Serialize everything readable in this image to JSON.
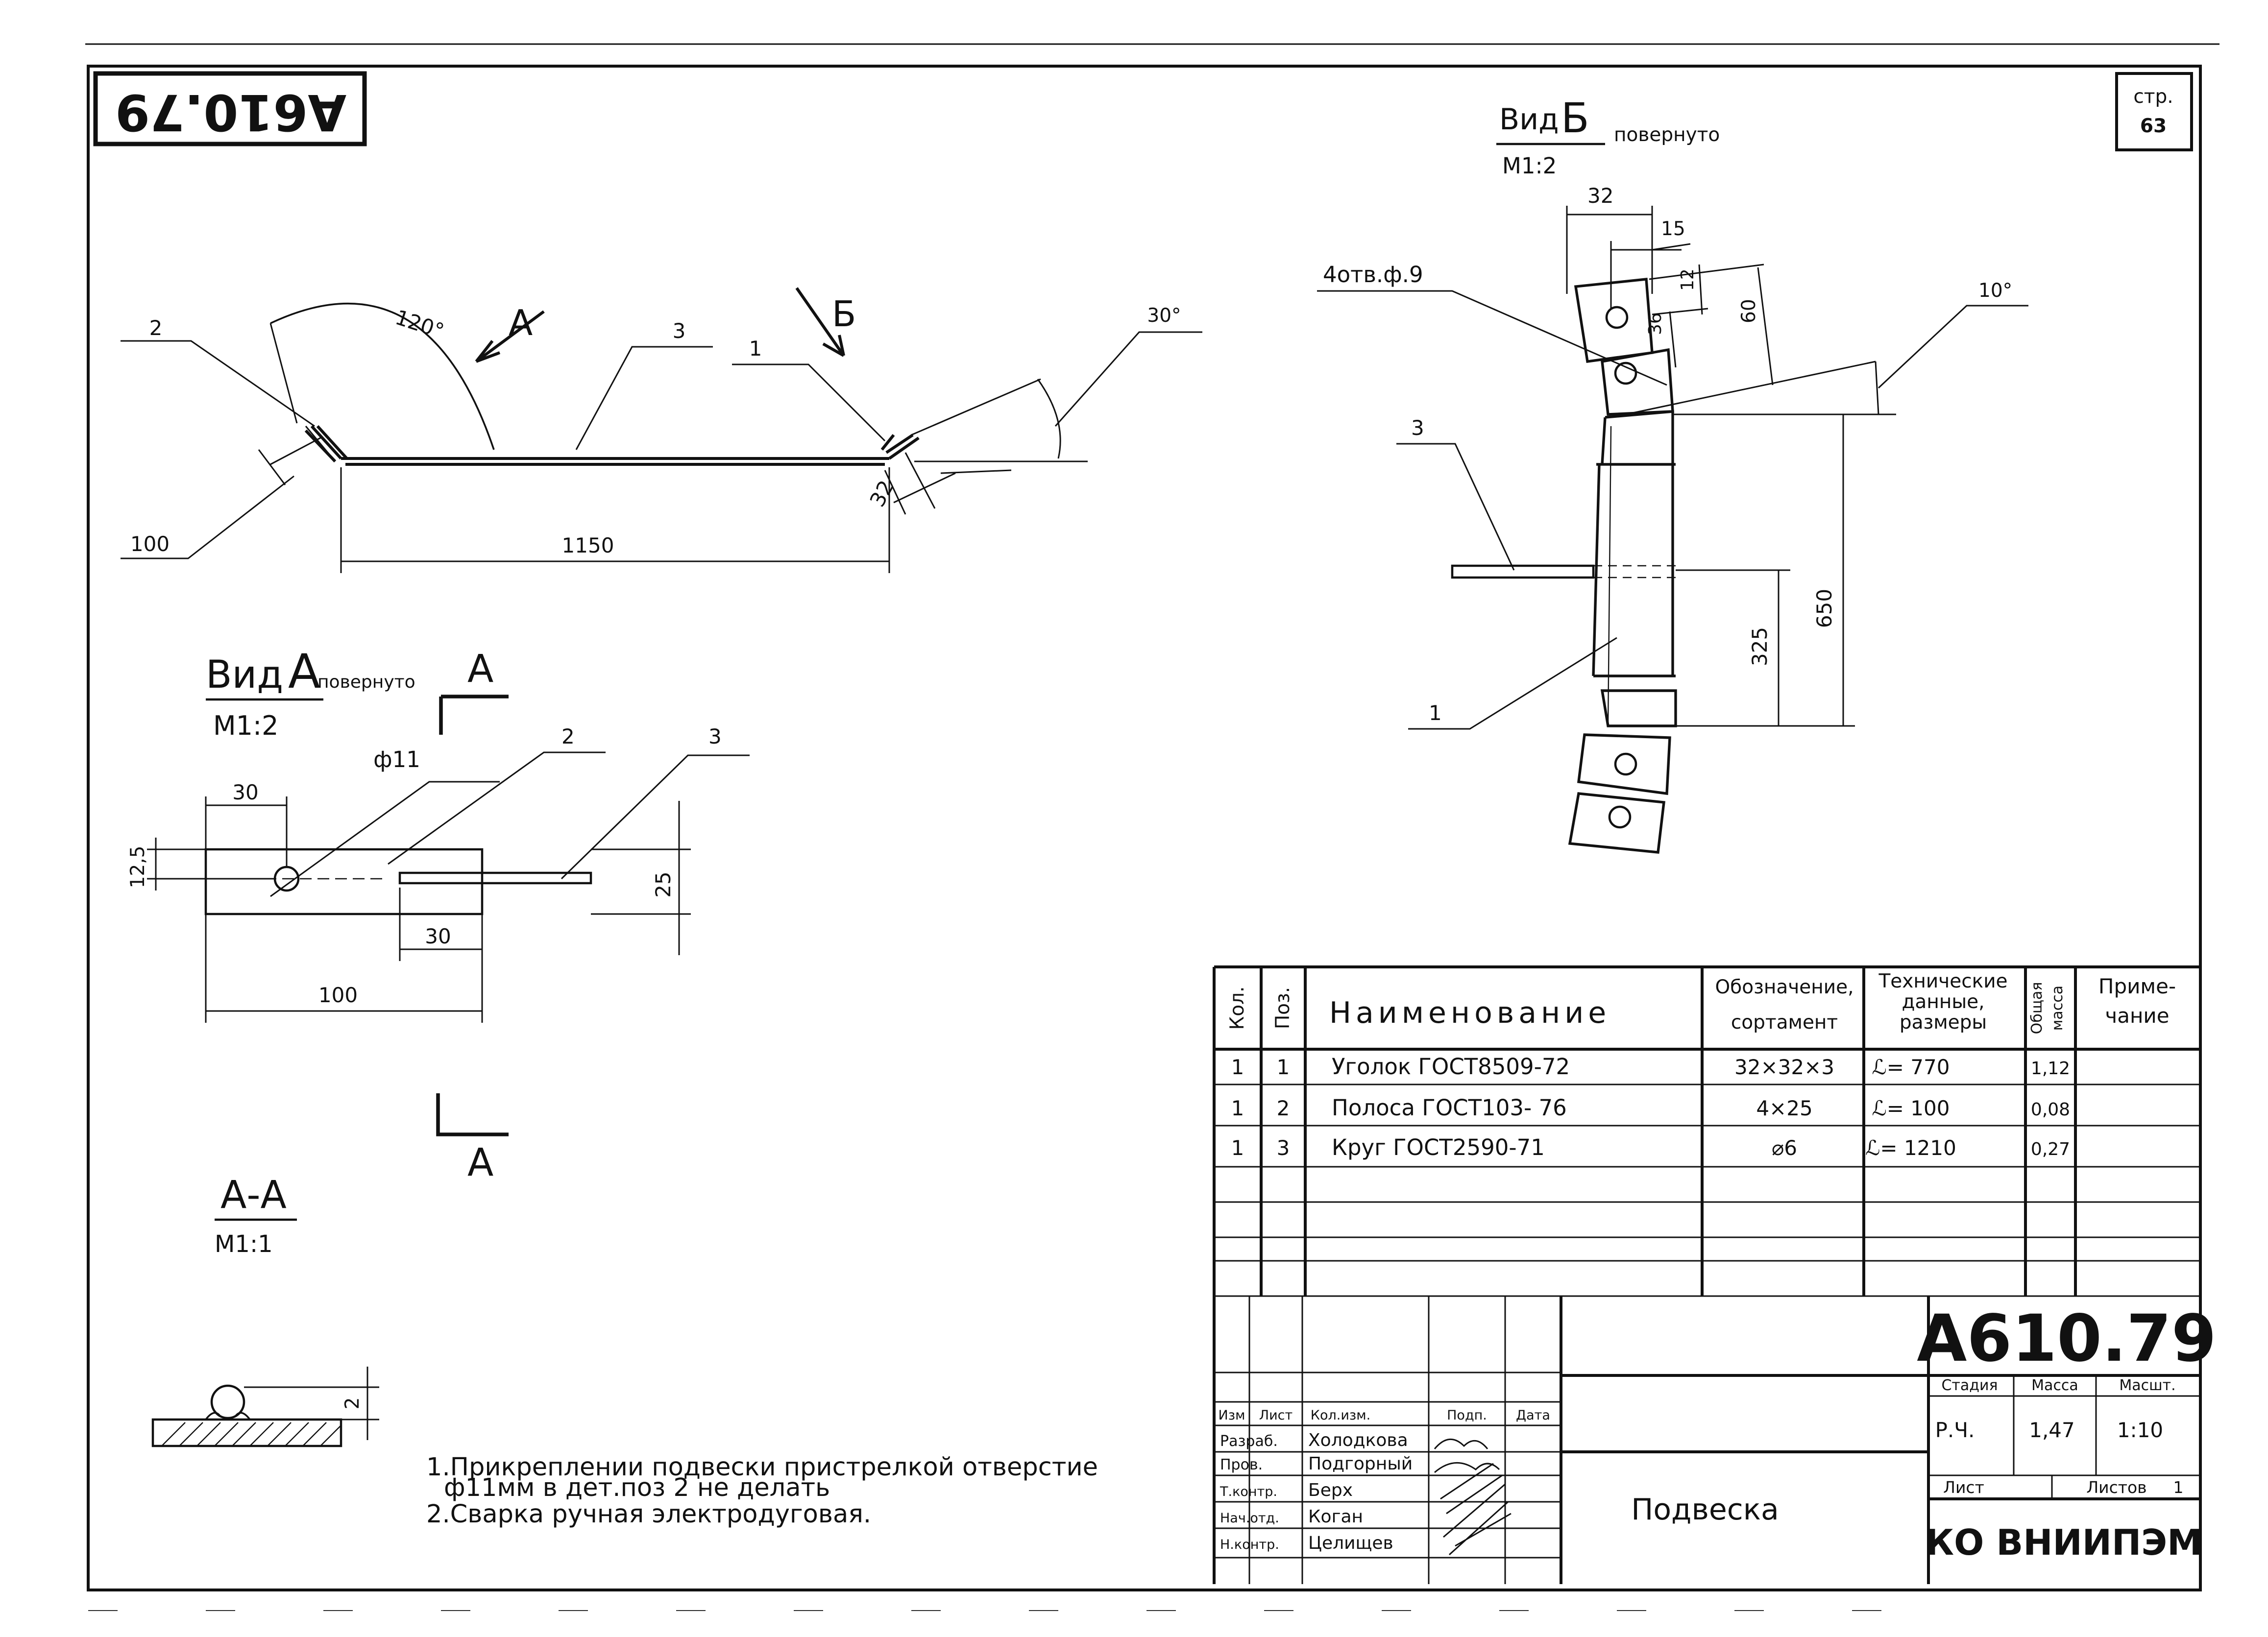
{
  "stamp_code_rotated": "А610.79",
  "page": {
    "label": "стр.",
    "number": "63"
  },
  "view_a": {
    "title": "Вид",
    "letter": "А",
    "note": "повернуто",
    "scale": "М1:2"
  },
  "view_b": {
    "title": "Вид",
    "letter": "Б",
    "note": "повернуто",
    "scale": "М1:2"
  },
  "section": {
    "title": "А-А",
    "scale": "М1:1",
    "cut_letter": "А"
  },
  "arrows": {
    "a": "А",
    "b": "Б"
  },
  "main_view_dims": {
    "angle_120": "120°",
    "angle_30": "30°",
    "length_1150": "1150",
    "dim_100": "100",
    "dim_32": "32"
  },
  "main_view_pos": {
    "p1": "1",
    "p2": "2",
    "p3": "3"
  },
  "view_a_dims": {
    "d30": "30",
    "d12_5": "12,5",
    "hole": "ф11",
    "d25": "25",
    "d30b": "30",
    "d100": "100",
    "p2": "2",
    "p3": "3"
  },
  "view_b_dims": {
    "d32": "32",
    "d15": "15",
    "d12": "12",
    "d36": "36",
    "d60": "60",
    "holes": "4отв.ф.9",
    "angle_10": "10°",
    "d650": "650",
    "d325": "325",
    "p3": "3",
    "p1": "1"
  },
  "section_dims": {
    "d2": "2"
  },
  "notes": [
    "1.Прикреплении подвески пристрелкой отверстие",
    "ф11мм в дет.поз 2 не делать",
    "2.Сварка ручная электродуговая."
  ],
  "spec_table": {
    "headers": {
      "qty": "Кол.",
      "pos": "Поз.",
      "name": "Наименование",
      "desig_1": "Обозначение,",
      "desig_2": "сортамент",
      "tech_1": "Технические",
      "tech_2": "данные,",
      "tech_3": "размеры",
      "mass_1": "Общая",
      "mass_2": "масса",
      "note_1": "Приме-",
      "note_2": "чание"
    },
    "rows": [
      {
        "qty": "1",
        "pos": "1",
        "name": "Уголок  ГОСТ8509-72",
        "desig": "32×32×3",
        "tech": "ℒ= 770",
        "mass": "1,12",
        "note": ""
      },
      {
        "qty": "1",
        "pos": "2",
        "name": "Полоса  ГОСТ103- 76",
        "desig": "4×25",
        "tech": "ℒ= 100",
        "mass": "0,08",
        "note": ""
      },
      {
        "qty": "1",
        "pos": "3",
        "name": "Круг  ГОСТ2590-71",
        "desig": "⌀6",
        "tech": "ℒ= 1210",
        "mass": "0,27",
        "note": ""
      }
    ]
  },
  "title_block": {
    "code": "А610.79",
    "rev_headers": {
      "izm": "Изм",
      "list": "Лист",
      "kol": "Кол.изм.",
      "podp": "Подп.",
      "data": "Дата"
    },
    "roles": [
      {
        "role": "Разраб.",
        "name": "Холодкова"
      },
      {
        "role": "Пров.",
        "name": "Подгорный"
      },
      {
        "role": "Т.контр.",
        "name": "Берх"
      },
      {
        "role": "Нач.отд.",
        "name": "Коган"
      },
      {
        "role": "Н.контр.",
        "name": "Целищев"
      }
    ],
    "title": "Подвеска",
    "stage_label": "Стадия",
    "stage": "Р.Ч.",
    "mass_label": "Масса",
    "mass": "1,47",
    "scale_label": "Масшт.",
    "scale": "1:10",
    "sheet_label": "Лист",
    "sheets_label": "Листов",
    "sheets": "1",
    "org": "КО   ВНИИПЭМ"
  }
}
